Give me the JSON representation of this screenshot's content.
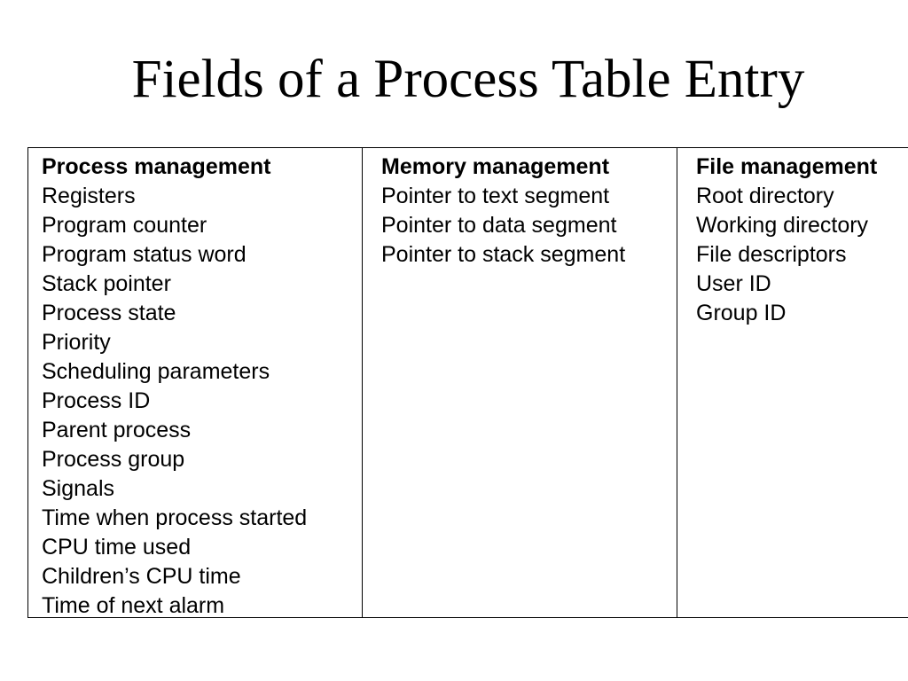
{
  "slide": {
    "title": "Fields of a Process Table Entry"
  },
  "table": {
    "columns": [
      {
        "header": "Process management",
        "items": [
          "Registers",
          "Program counter",
          "Program status word",
          "Stack pointer",
          "Process state",
          "Priority",
          "Scheduling parameters",
          "Process ID",
          "Parent process",
          "Process group",
          "Signals",
          "Time when process started",
          "CPU time used",
          "Children’s CPU time",
          "Time of next alarm"
        ]
      },
      {
        "header": "Memory management",
        "items": [
          "Pointer to text segment",
          "Pointer to data segment",
          "Pointer to stack segment"
        ]
      },
      {
        "header": "File management",
        "items": [
          "Root directory",
          "Working directory",
          "File descriptors",
          "User ID",
          "Group ID"
        ]
      }
    ]
  }
}
